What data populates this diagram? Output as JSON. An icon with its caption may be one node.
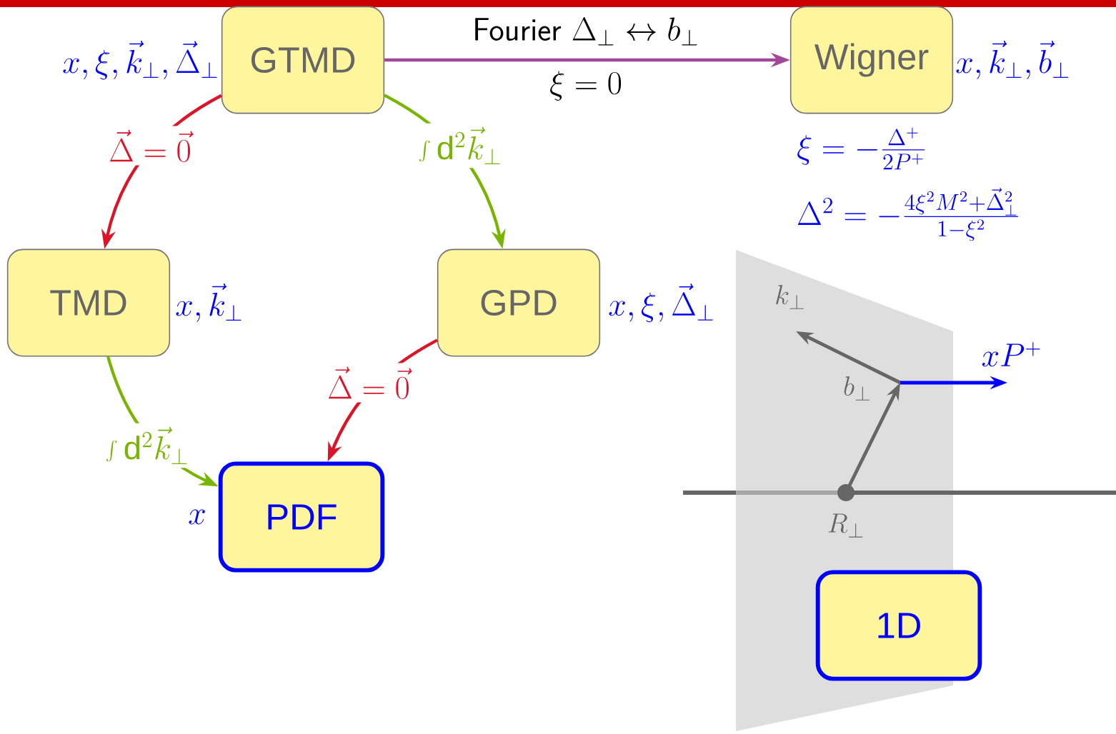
{
  "diagram": {
    "nodes": [
      {
        "text": [
          "GTMD"
        ],
        "beside": [
          "x, \\xi, \\vec{k}_\\perp, \\vec{\\Delta}_\\perp"
        ]
      },
      {
        "text": [
          "Wigner"
        ],
        "beside": [
          "x, \\vec{k}_\\perp, \\vec{b}_\\perp"
        ]
      },
      {
        "text": [
          "TMD"
        ],
        "beside": [
          "x, \\vec{k}_\\perp"
        ]
      },
      {
        "text": [
          "GPD"
        ],
        "beside": [
          "x, \\xi, \\vec{\\Delta}_\\perp"
        ]
      },
      {
        "text": [
          "PDF"
        ],
        "beside": [
          "x"
        ]
      },
      {
        "text": [
          "1D"
        ]
      }
    ],
    "edges": [
      {
        "from": 0,
        "to": 1,
        "arrow": "to",
        "label": "\\textsf{Fourier } \\Delta_\\perp \\leftrightarrow b_\\perp",
        "color": "#a0479a"
      },
      {
        "from": 0,
        "to": 2,
        "arrow": "to",
        "label": "\\vec{\\Delta} = \\vec{0}",
        "color": "#dc1428"
      },
      {
        "from": 0,
        "to": 3,
        "arrow": "to",
        "label": "\\int \\mathrm{d}^2\\vec{k}_\\perp",
        "color": "#78b400"
      },
      {
        "from": 2,
        "to": 4,
        "arrow": "to",
        "label": "\\int \\mathrm{d}^2\\vec{k}_\\perp",
        "color": "#78b400"
      },
      {
        "from": 3,
        "to": 4,
        "arrow": "to",
        "label": "\\vec{\\Delta} = \\vec{0}",
        "color": "#dc1428"
      }
    ],
    "labels": [
      "\\xi = 0",
      "\\xi = -\\frac{\\Delta^+}{2P^+}",
      "\\Delta^2 = -\\frac{4\\xi^2 M^2 + \\vec{\\Delta}_\\perp^2}{1-\\xi^2}",
      "k_\\perp",
      "b_\\perp",
      "xP^+",
      "R_\\perp"
    ]
  }
}
